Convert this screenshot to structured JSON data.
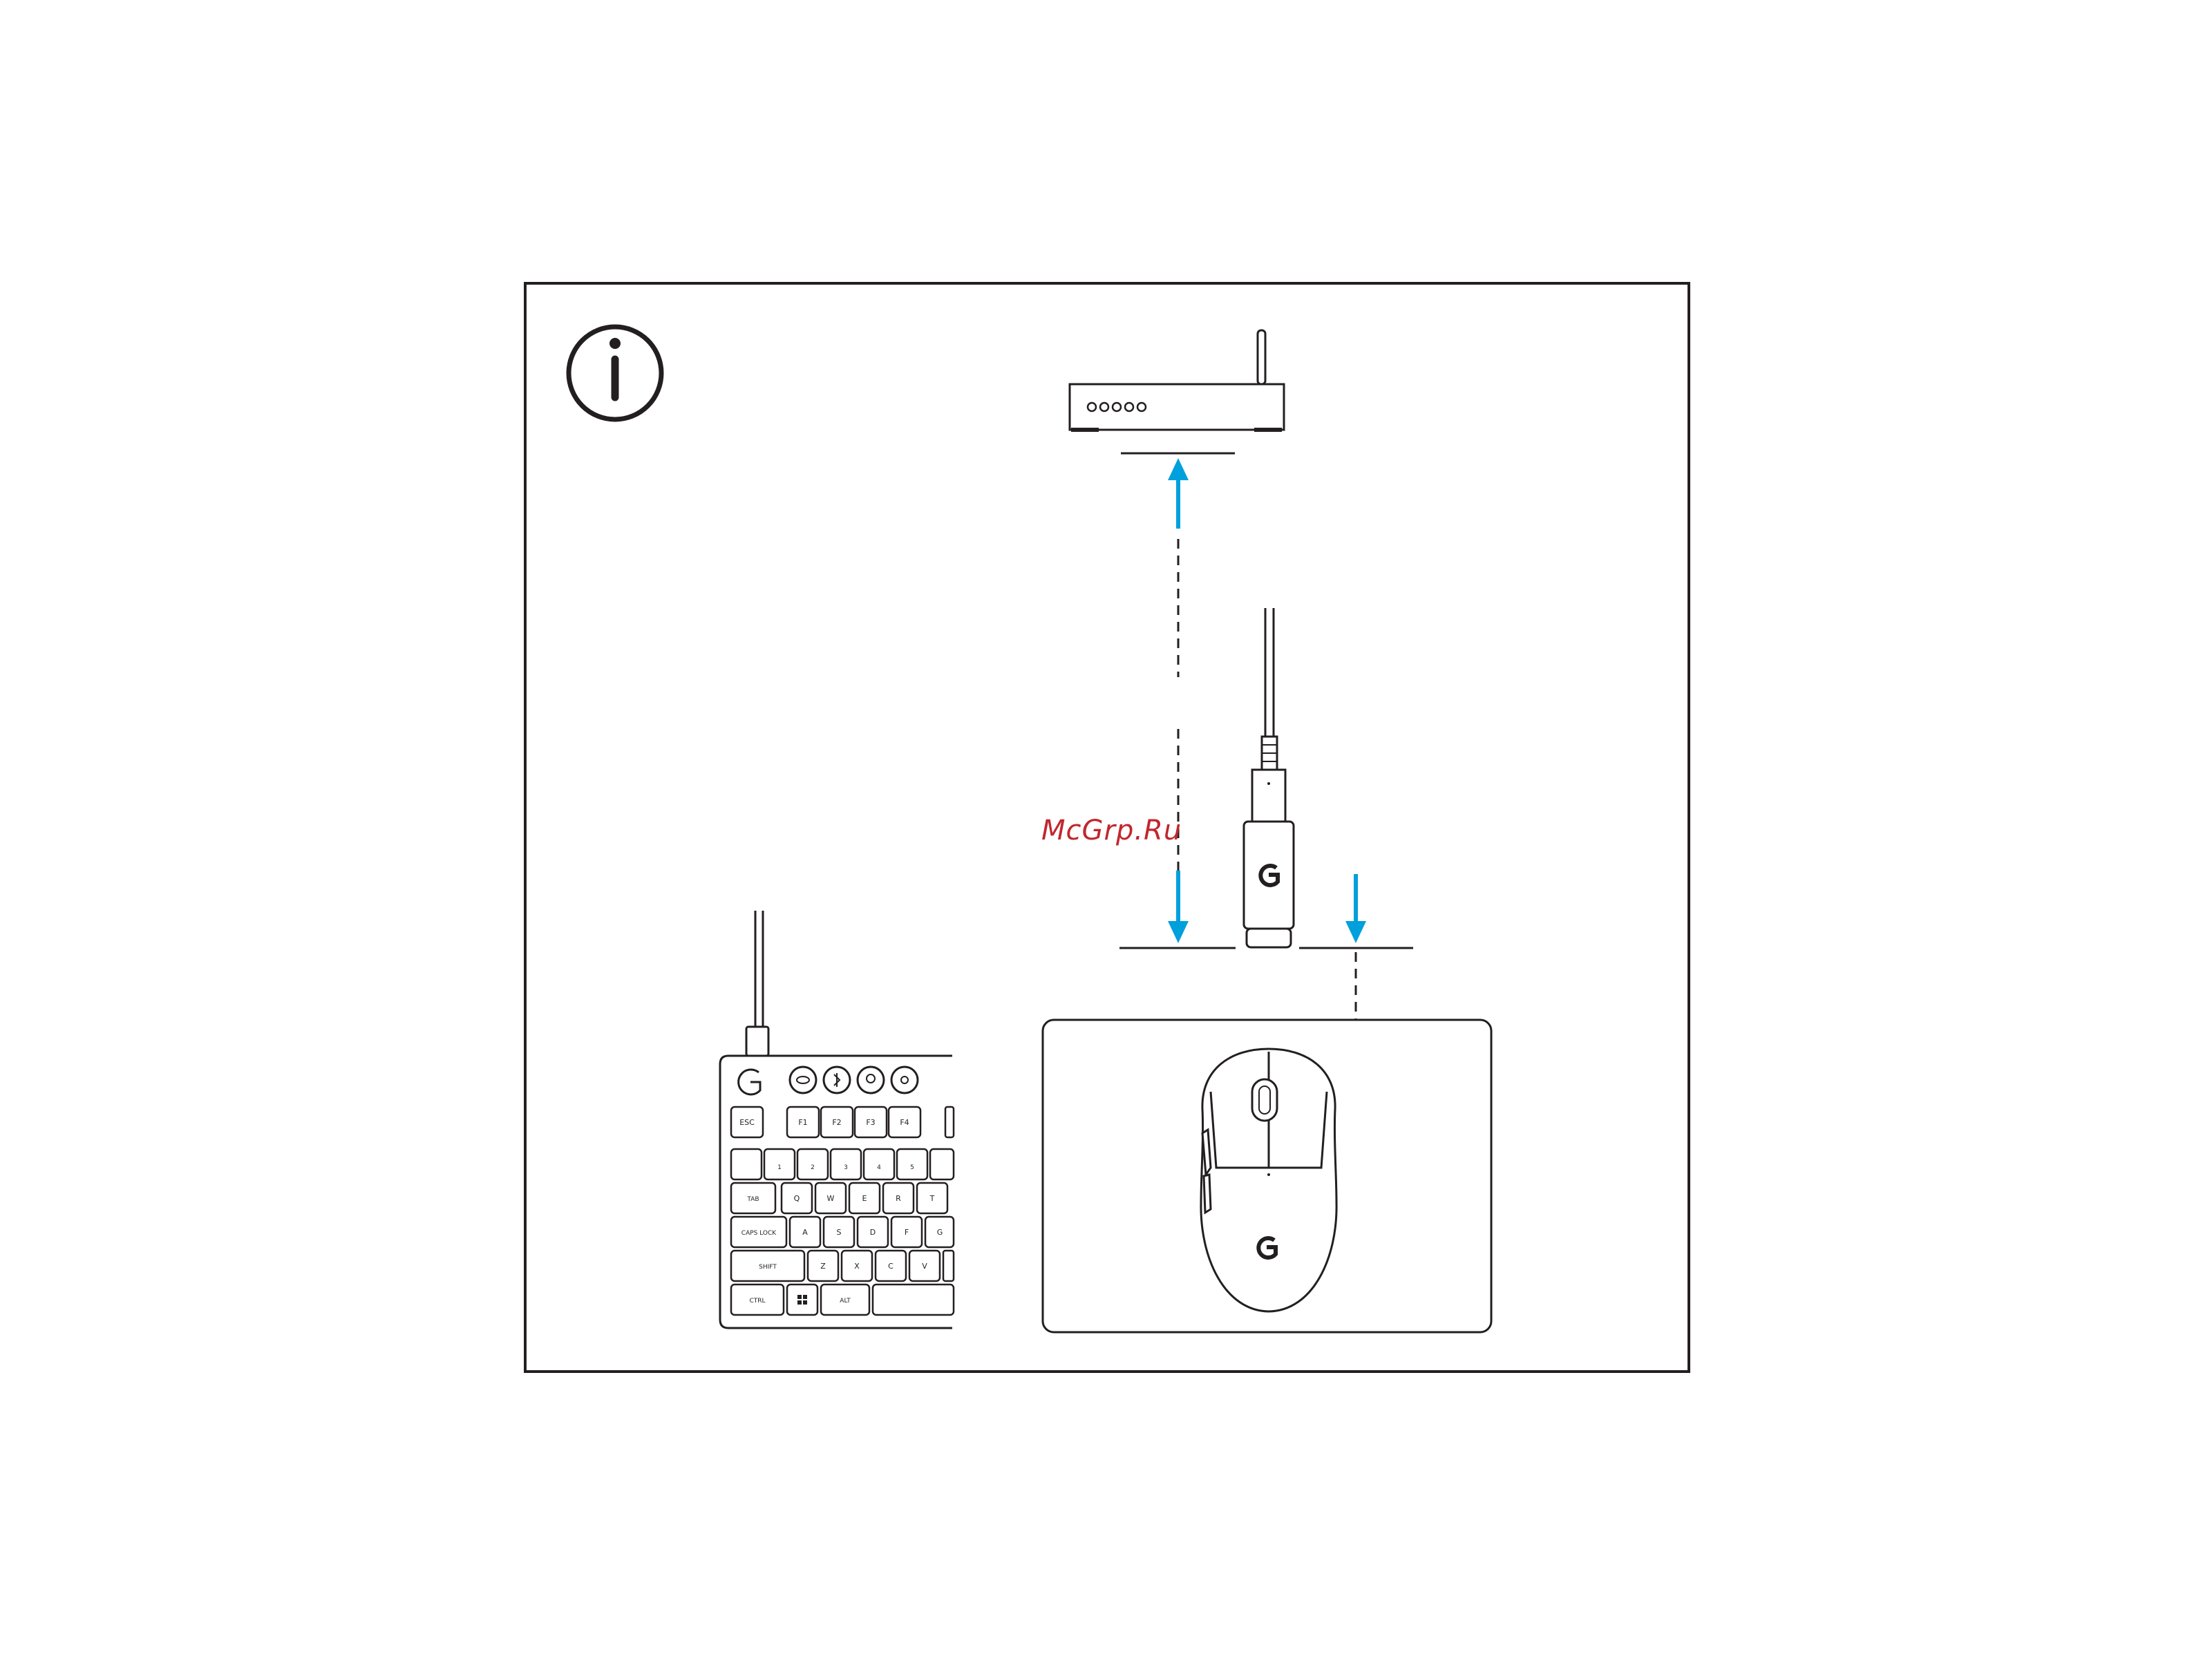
{
  "colors": {
    "arrow": "#00a0dc",
    "line": "#231f20",
    "watermark": "#c0272d",
    "background": "#ffffff"
  },
  "icons": {
    "info": "info-circle-icon",
    "router": "router-icon",
    "receiver": "usb-receiver-icon",
    "keyboard": "keyboard-icon",
    "mouse": "mouse-icon",
    "logo": "logitech-g-logo"
  },
  "watermark": "McGrp.Ru",
  "keyboard": {
    "row_fn": [
      "ESC",
      "F1",
      "F2",
      "F3",
      "F4"
    ],
    "row_num": [
      "1",
      "2",
      "3",
      "4",
      "5"
    ],
    "row_q": [
      "TAB",
      "Q",
      "W",
      "E",
      "R",
      "T"
    ],
    "row_a": [
      "CAPS LOCK",
      "A",
      "S",
      "D",
      "F",
      "G"
    ],
    "row_z": [
      "SHIFT",
      "Z",
      "X",
      "C",
      "V"
    ],
    "row_ctrl": [
      "CTRL",
      "ALT"
    ]
  }
}
